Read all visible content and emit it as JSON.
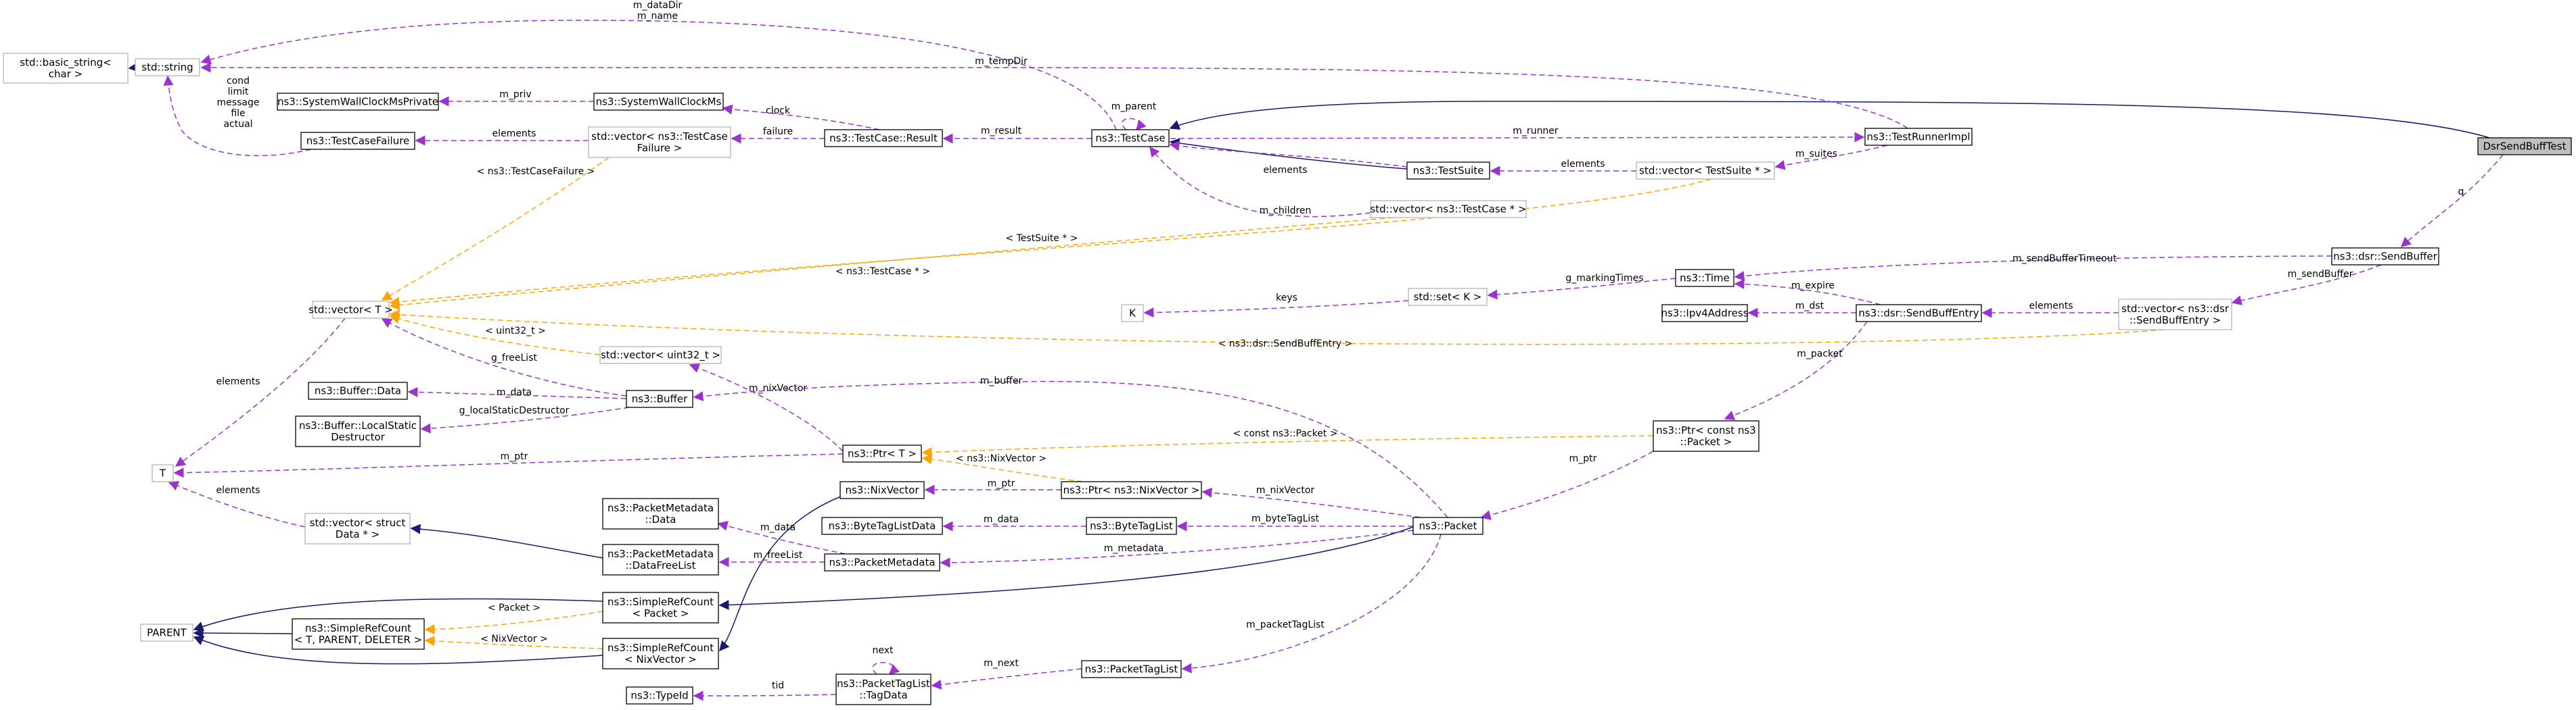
{
  "colors": {
    "usage_edge": "#9a32cd",
    "inheritance_edge": "#191970",
    "template_edge": "#ffa500",
    "focus_fill": "#bfbfbf",
    "template_node_border": "#b3b3b3"
  },
  "nodes": {
    "basic_string": [
      "std::basic_string<",
      "char >"
    ],
    "std_string": [
      "std::string"
    ],
    "wallclock_private": [
      "ns3::SystemWallClockMsPrivate"
    ],
    "wallclock": [
      "ns3::SystemWallClockMs"
    ],
    "testcasefailure": [
      "ns3::TestCaseFailure"
    ],
    "vector_failure": [
      "std::vector< ns3::TestCase",
      "Failure >"
    ],
    "testcase_result": [
      "ns3::TestCase::Result"
    ],
    "testcase": [
      "ns3::TestCase"
    ],
    "testrunnerimpl": [
      "ns3::TestRunnerImpl"
    ],
    "dsrsendbufftest": [
      "DsrSendBuffTest"
    ],
    "testsuite": [
      "ns3::TestSuite"
    ],
    "vector_testsuite": [
      "std::vector< TestSuite * >"
    ],
    "vector_testcase": [
      "std::vector< ns3::TestCase * >"
    ],
    "sendbuffer": [
      "ns3::dsr::SendBuffer"
    ],
    "vector_t": [
      "std::vector< T >"
    ],
    "k": [
      "K"
    ],
    "set_k": [
      "std::set< K >"
    ],
    "time": [
      "ns3::Time"
    ],
    "ipv4address": [
      "ns3::Ipv4Address"
    ],
    "sendbuffentry": [
      "ns3::dsr::SendBuffEntry"
    ],
    "vector_sendbuffentry": [
      "std::vector< ns3::dsr",
      "::SendBuffEntry >"
    ],
    "buffer_data": [
      "ns3::Buffer::Data"
    ],
    "vector_uint32": [
      "std::vector< uint32_t >"
    ],
    "buffer": [
      "ns3::Buffer"
    ],
    "buffer_localstatic": [
      "ns3::Buffer::LocalStatic",
      "Destructor"
    ],
    "ptr_const_packet": [
      "ns3::Ptr< const ns3",
      "::Packet >"
    ],
    "t": [
      "T"
    ],
    "ptr_t": [
      "ns3::Ptr< T >"
    ],
    "nixvector": [
      "ns3::NixVector"
    ],
    "ptr_nixvector": [
      "ns3::Ptr< ns3::NixVector >"
    ],
    "vector_struct_data": [
      "std::vector< struct",
      "Data * >"
    ],
    "packetmetadata_data": [
      "ns3::PacketMetadata",
      "::Data"
    ],
    "bytetaglistdata": [
      "ns3::ByteTagListData"
    ],
    "bytetaglist": [
      "ns3::ByteTagList"
    ],
    "packet": [
      "ns3::Packet"
    ],
    "packetmetadata_freelist": [
      "ns3::PacketMetadata",
      "::DataFreeList"
    ],
    "packetmetadata": [
      "ns3::PacketMetadata"
    ],
    "parent": [
      "PARENT"
    ],
    "simplerefcount_tpd": [
      "ns3::SimpleRefCount",
      "< T, PARENT, DELETER >"
    ],
    "simplerefcount_packet": [
      "ns3::SimpleRefCount",
      "< Packet >"
    ],
    "simplerefcount_nixvector": [
      "ns3::SimpleRefCount",
      "< NixVector >"
    ],
    "packettaglist_tagdata": [
      "ns3::PacketTagList",
      "::TagData"
    ],
    "packettaglist": [
      "ns3::PacketTagList"
    ],
    "typeid": [
      "ns3::TypeId"
    ]
  },
  "edge_labels": {
    "m_datadir_name": [
      "m_dataDir",
      "m_name"
    ],
    "m_tempdir": [
      "m_tempDir"
    ],
    "string_members": [
      "cond",
      "limit",
      "message",
      "file",
      "actual"
    ],
    "m_priv": [
      "m_priv"
    ],
    "clock": [
      "clock"
    ],
    "elements_failure": [
      "elements"
    ],
    "failure": [
      "failure"
    ],
    "m_result": [
      "m_result"
    ],
    "m_parent": [
      "m_parent"
    ],
    "m_runner": [
      "m_runner"
    ],
    "m_suites": [
      "m_suites"
    ],
    "elements_testsuite": [
      "elements"
    ],
    "elements_testcase": [
      "elements"
    ],
    "m_children": [
      "m_children"
    ],
    "q": [
      "q"
    ],
    "tmpl_testcasefailure": [
      "< ns3::TestCaseFailure >"
    ],
    "tmpl_testsuite": [
      "< TestSuite * >"
    ],
    "tmpl_testcase": [
      "< ns3::TestCase * >"
    ],
    "tmpl_sendbuffentry": [
      "< ns3::dsr::SendBuffEntry >"
    ],
    "tmpl_uint32": [
      "< uint32_t >"
    ],
    "m_sendbuffertimeout": [
      "m_sendBufferTimeout"
    ],
    "m_sendbuffer": [
      "m_sendBuffer"
    ],
    "m_expire": [
      "m_expire"
    ],
    "g_markingtimes": [
      "g_markingTimes"
    ],
    "keys": [
      "keys"
    ],
    "m_dst": [
      "m_dst"
    ],
    "elements_sendbuffentry": [
      "elements"
    ],
    "m_packet": [
      "m_packet"
    ],
    "elements_vector_t": [
      "elements"
    ],
    "g_freelist": [
      "g_freeList"
    ],
    "m_data_buffer": [
      "m_data"
    ],
    "g_localstaticdestructor": [
      "g_localStaticDestructor"
    ],
    "m_nixvector_uint": [
      "m_nixVector"
    ],
    "m_buffer": [
      "m_buffer"
    ],
    "tmpl_const_packet": [
      "< const ns3::Packet >"
    ],
    "m_ptr_t": [
      "m_ptr"
    ],
    "tmpl_nixvector": [
      "< ns3::NixVector >"
    ],
    "m_ptr_nix": [
      "m_ptr"
    ],
    "m_ptr_packet": [
      "m_ptr"
    ],
    "m_nixvector": [
      "m_nixVector"
    ],
    "elements_struct": [
      "elements"
    ],
    "m_data_tag": [
      "m_data"
    ],
    "m_bytetaglist": [
      "m_byteTagList"
    ],
    "m_data_meta": [
      "m_data"
    ],
    "m_metadata": [
      "m_metadata"
    ],
    "m_freelist": [
      "m_freeList"
    ],
    "tmpl_packet": [
      "< Packet >"
    ],
    "tmpl_nixvector2": [
      "< NixVector >"
    ],
    "next": [
      "next"
    ],
    "tid": [
      "tid"
    ],
    "m_next": [
      "m_next"
    ],
    "m_packettaglist": [
      "m_packetTagList"
    ]
  }
}
